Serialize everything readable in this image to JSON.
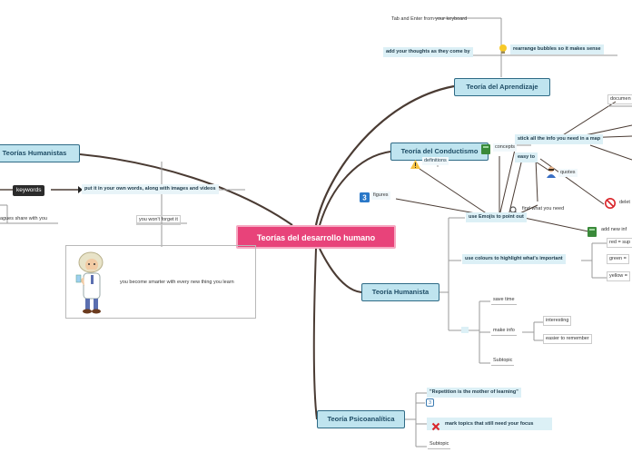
{
  "central": {
    "label": "Teorías del desarrollo humano"
  },
  "topics": {
    "aprendizaje": "Teoría del Aprendizaje",
    "conductismo": "Teoría del Conductismo",
    "humanista": "Teoría Humanista",
    "psicoanalitica": "Teoría Psicoanalítica",
    "humanistas_left": "Teorías Humanistas"
  },
  "aprendizaje": {
    "tab_enter": "Tab and Enter from your keyboard",
    "add_thoughts": "add your thoughts as they come by",
    "rearrange": "rearrange bubbles so it makes sense"
  },
  "conductismo": {
    "definitions": "definitions",
    "figures": "figures",
    "concepts": "concepts",
    "stick_all": "stick all the info you need in a map",
    "easy_to": "easy to",
    "quotes": "quotes",
    "find_what": "find what you need",
    "document": "documen",
    "delete": "delet",
    "add_new_info": "add new inf"
  },
  "humanista": {
    "use_emojis": "use Emojis to point out",
    "use_colours": "use colours to highlight what's important",
    "red": "red = sup",
    "green": "green = ",
    "yellow": "yellow = ",
    "save_time": "save time",
    "make_info": "make info",
    "interesting": "interesting",
    "easier": "easier to remember",
    "subtopic": "Subtopic"
  },
  "psicoanalitica": {
    "repetition": "\"Repetition is the mother of learning\"",
    "badge": "3",
    "mark_topics": "mark topics that still need your focus",
    "subtopic": "Subtopic"
  },
  "left": {
    "keywords": "keywords",
    "own_words": "put it in your own words, along with images and videos",
    "colleagues": "agues share with you",
    "wont_forget": "you won't forget it",
    "smarter": "you become smarter with every new thing you learn"
  },
  "colors": {
    "central": "#e8437a",
    "topic_fill": "#bfe4ef",
    "topic_border": "#2f6b86",
    "connector": "#4a3b33",
    "subline": "#9a9a9a"
  },
  "icons": {
    "rearrange": "lightbulb-icon",
    "definitions": "warning-icon",
    "figures": "number-3-icon",
    "concepts": "book-icon",
    "quotes": "person-icon",
    "find_what": "magnifier-icon",
    "delete": "no-entry-icon",
    "add_new_info": "book-icon",
    "psico_badge": "question-badge-icon",
    "mark_topics": "cross-mark-icon",
    "smarter": "professor-image"
  }
}
